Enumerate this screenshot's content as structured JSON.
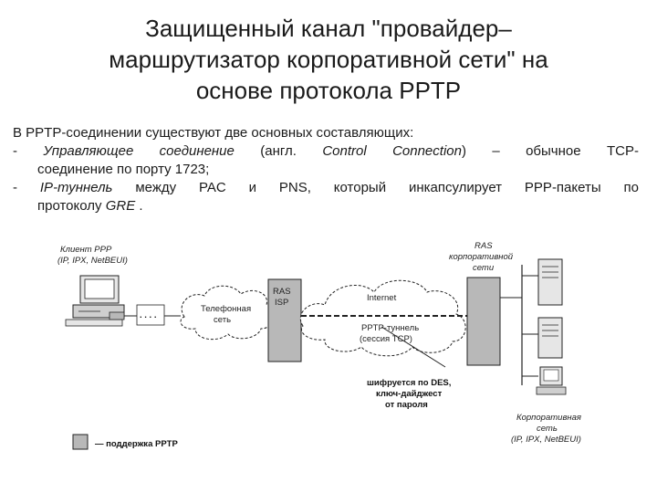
{
  "title": {
    "line1": "Защищенный канал \"провайдер–",
    "line2": "маршрутизатор корпоративной сети\" на",
    "line3": "основе протокола PPTP"
  },
  "intro": "В PPTP-соединении существуют две основных составляющих:",
  "item1": {
    "dash": "- ",
    "em": "Управляющее соединение",
    "text": " (англ. ",
    "em2": "Control Connection",
    "text2": ") – обычное TCP-",
    "cont": "соединение по порту 1723;"
  },
  "item2": {
    "dash": "- ",
    "em": "IP-туннель",
    "text": " между PAC и PNS, который инкапсулирует PPP-пакеты по",
    "cont_text": "протоколу ",
    "cont_em": "GRE",
    "cont_end": " ."
  },
  "diagram": {
    "client_line1": "Клиент PPP",
    "client_line2": "(IP, IPX, NetBEUI)",
    "dots": ". . . .",
    "phone_line1": "Телефонная",
    "phone_line2": "сеть",
    "ras_isp_line1": "RAS",
    "ras_isp_line2": "ISP",
    "internet": "Internet",
    "tunnel_line1": "PPTP-туннель",
    "tunnel_line2": "(сессия TCP)",
    "ras_corp_line1": "RAS",
    "ras_corp_line2": "корпоративной",
    "ras_corp_line3": "сети",
    "encrypt_line1": "шифруется по DES,",
    "encrypt_line2": "ключ-дайджест",
    "encrypt_line3": "от пароля",
    "corp_line1": "Корпоративная",
    "corp_line2": "сеть",
    "corp_line3": "(IP, IPX, NetBEUI)",
    "legend": "— поддержка PPTP"
  },
  "colors": {
    "shade": "#b8b8b8",
    "ink": "#222222"
  }
}
